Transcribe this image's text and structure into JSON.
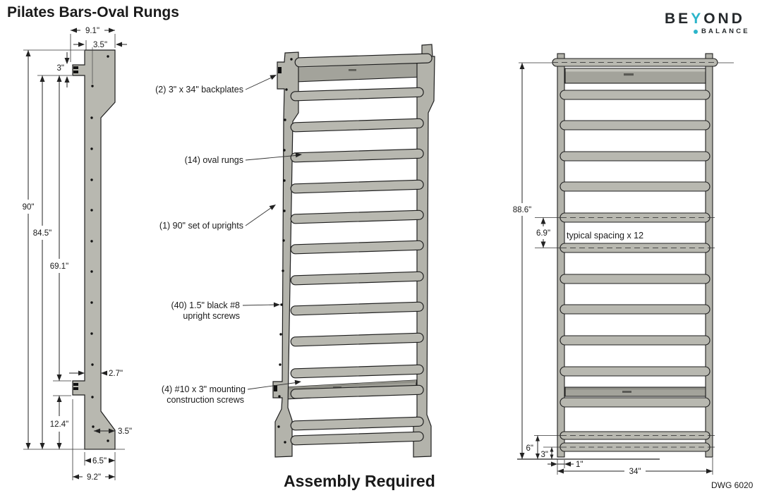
{
  "page": {
    "title": "Pilates Bars-Oval Rungs",
    "assembly_note": "Assembly Required",
    "drawing_number": "DWG 6020"
  },
  "logo": {
    "word_part1": "BE",
    "word_accent": "Y",
    "word_part2": "OND",
    "subword": "BALANCE",
    "accent_color": "#2bb5ca"
  },
  "side_view": {
    "dims": {
      "top_overall_width": "9.1\"",
      "top_block_width": "3.5\"",
      "hook_height": "3\"",
      "overall_height": "90\"",
      "upper_height": "84.5\"",
      "hook_spacing": "69.1\"",
      "upright_thickness": "2.7\"",
      "lower_hook_height": "12.4\"",
      "base_notch_width": "3.5\"",
      "base_width": "6.5\"",
      "base_overall_width": "9.2\""
    }
  },
  "assembly_view": {
    "callouts": {
      "backplates": "(2) 3\" x 34\" backplates",
      "rungs": "(14) oval rungs",
      "uprights": "(1) 90\" set of uprights",
      "upright_screws_1": "(40) 1.5\" black #8",
      "upright_screws_2": "upright screws",
      "mounting_screws_1": "(4) #10 x 3\" mounting",
      "mounting_screws_2": "construction screws"
    }
  },
  "front_view": {
    "dims": {
      "overall_height": "88.6\"",
      "rung_spacing": "6.9\"",
      "spacing_note": "typical spacing x 12",
      "second_rung_height": "6\"",
      "bottom_rung_height": "3\"",
      "upright_width": "1\"",
      "overall_width": "34\""
    }
  },
  "colors": {
    "wood_gray": "#b8b8b0",
    "backplate_gray": "#a3a39b",
    "outline": "#1f1f1f",
    "accent_teal": "#2bb5ca"
  }
}
